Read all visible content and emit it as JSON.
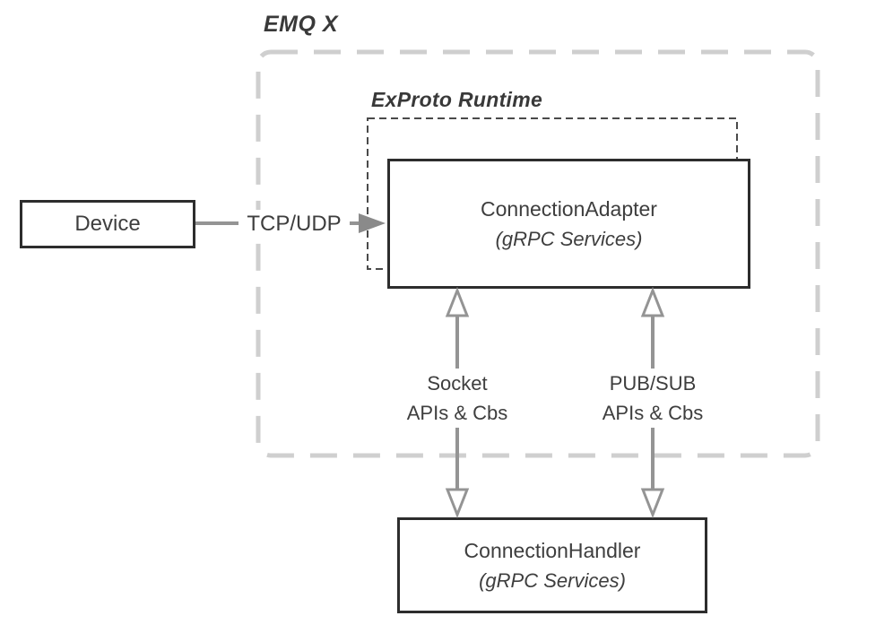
{
  "colors": {
    "background": "#ffffff",
    "box_border": "#2d2d2d",
    "text": "#3e3e3e",
    "arrow": "#949494",
    "arrowhead_fill": "#8a8a8a",
    "arrowhead_hollow_fill": "#ffffff",
    "outer_dash": "#cfcfcf",
    "inner_dash": "#4a4a4a"
  },
  "diagram": {
    "title": "EMQ X",
    "runtime_label": "ExProto Runtime"
  },
  "nodes": {
    "device": {
      "label": "Device"
    },
    "connection_adapter": {
      "title": "ConnectionAdapter",
      "subtitle": "(gRPC Services)"
    },
    "connection_handler": {
      "title": "ConnectionHandler",
      "subtitle": "(gRPC Services)"
    }
  },
  "edges": {
    "device_to_adapter": {
      "label": "TCP/UDP"
    },
    "socket": {
      "label_line1": "Socket",
      "label_line2": "APIs & Cbs"
    },
    "pubsub": {
      "label_line1": "PUB/SUB",
      "label_line2": "APIs & Cbs"
    }
  }
}
